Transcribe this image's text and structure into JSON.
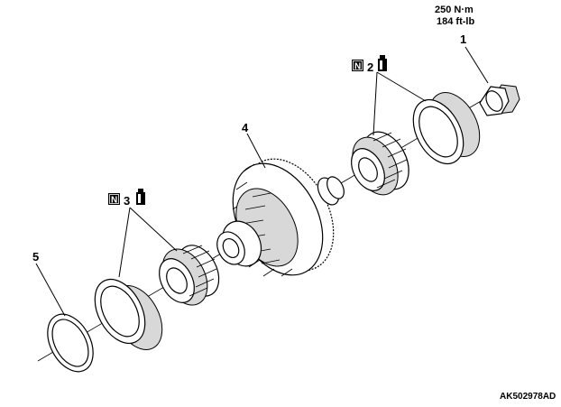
{
  "torque": {
    "metric": "250 N·m",
    "imperial": "184 ft-lb"
  },
  "callouts": {
    "c1": "1",
    "c2": "2",
    "c3": "3",
    "c4": "4",
    "c5": "5"
  },
  "symbols": {
    "new_part_letter": "N"
  },
  "figure_code": "AK502978AD"
}
